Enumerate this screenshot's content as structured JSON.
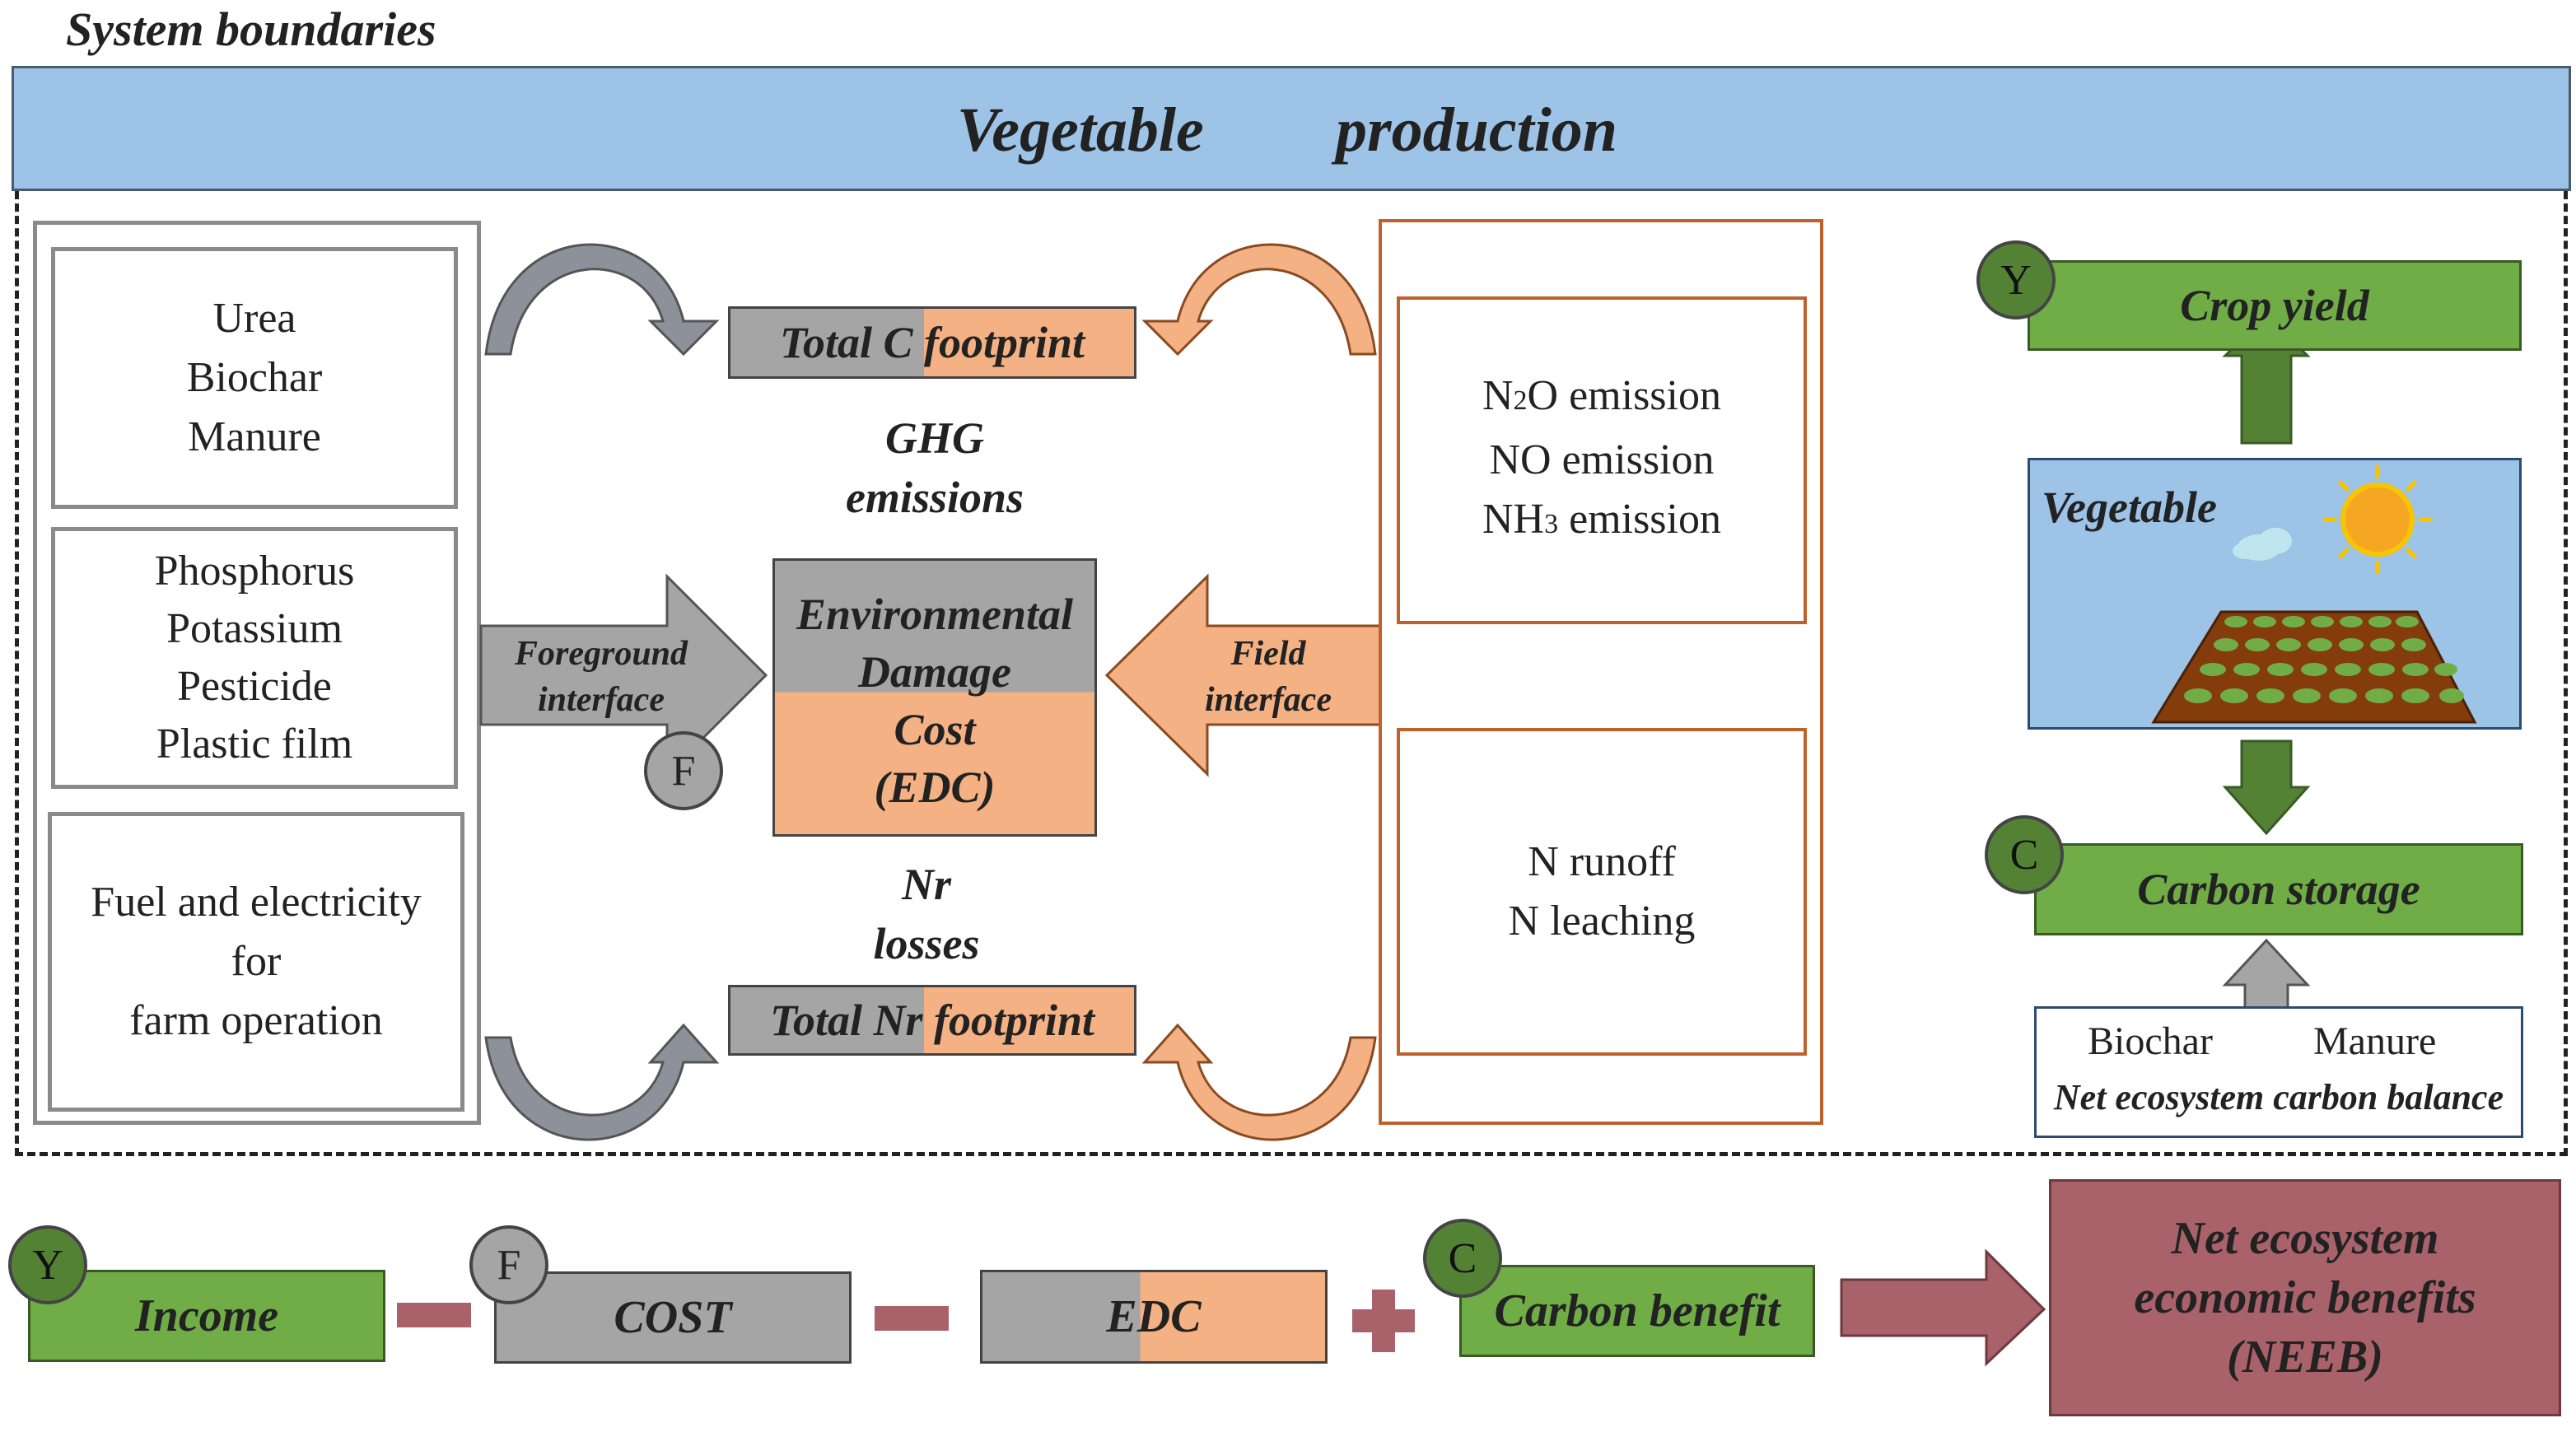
{
  "system_label": "System boundaries",
  "header": {
    "word1": "Vegetable",
    "word2": "production"
  },
  "inputs": {
    "group1": [
      "Urea",
      "Biochar",
      "Manure"
    ],
    "group2": [
      "Phosphorus",
      "Potassium",
      "Pesticide",
      "Plastic film"
    ],
    "group3": [
      "Fuel and electricity",
      "for",
      "farm operation"
    ]
  },
  "center": {
    "total_c": {
      "part1": "Total C ",
      "part2": "footprint"
    },
    "ghg": [
      "GHG",
      "emissions"
    ],
    "edc": [
      "Environmental",
      "Damage",
      "Cost",
      "(EDC)"
    ],
    "nr_losses": [
      "Nr",
      "losses"
    ],
    "total_nr": {
      "part1": "Total Nr ",
      "part2": "footprint"
    },
    "foreground": [
      "Foreground",
      "interface"
    ],
    "field": [
      "Field",
      "interface"
    ]
  },
  "field_emissions": {
    "group1": [
      {
        "pre": "N",
        "sub": "2",
        "post": "O emission"
      },
      {
        "pre": "NO emission",
        "sub": "",
        "post": ""
      },
      {
        "pre": "NH",
        "sub": "3",
        "post": " emission"
      }
    ],
    "group2": [
      "N runoff",
      "N leaching"
    ]
  },
  "right": {
    "crop_yield": "Crop yield",
    "vegetable": "Vegetable",
    "carbon_storage": "Carbon storage",
    "biochar": "Biochar",
    "manure": "Manure",
    "necb": "Net ecosystem carbon balance"
  },
  "letters": {
    "y": "Y",
    "f": "F",
    "c": "C"
  },
  "bottom": {
    "income": "Income",
    "cost": "COST",
    "edc": "EDC",
    "carbon_benefit": "Carbon benefit",
    "neeb": [
      "Net ecosystem",
      "economic benefits",
      "(NEEB)"
    ]
  },
  "colors": {
    "header_blue": "#9dc3e6",
    "green": "#70ad47",
    "gray": "#a5a5a5",
    "orange": "#f4b183",
    "maroon": "#a9616a",
    "dark_green": "#548235",
    "sky": "#9dc3e6",
    "soil": "#843c0c"
  }
}
